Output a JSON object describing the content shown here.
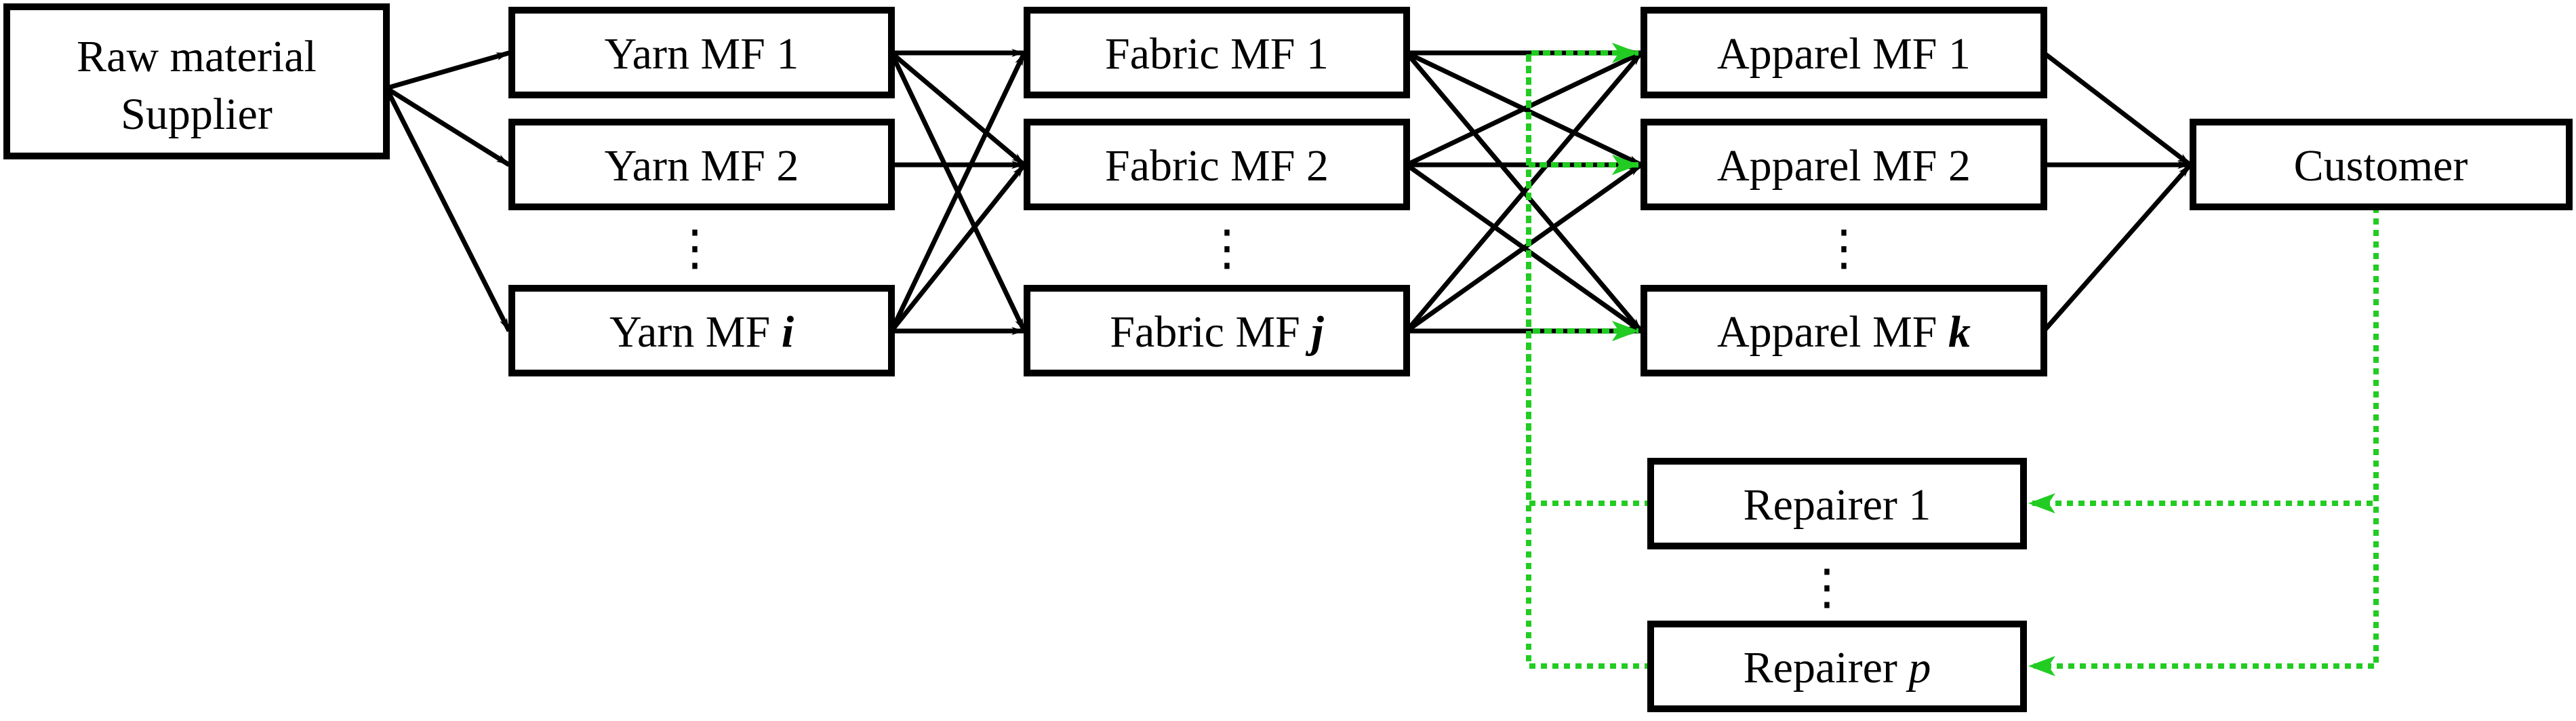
{
  "colors": {
    "forward_flow": "#000000",
    "reverse_flow": "#22cc22",
    "box_border": "#000000",
    "background": "#ffffff"
  },
  "nodes": {
    "supplier": {
      "lines": [
        "Raw material",
        "Supplier"
      ]
    },
    "yarn_1": {
      "prefix": "Yarn MF ",
      "index": "1",
      "index_style": "normal"
    },
    "yarn_2": {
      "prefix": "Yarn MF ",
      "index": "2",
      "index_style": "normal"
    },
    "yarn_i": {
      "prefix": "Yarn MF ",
      "index": "i",
      "index_style": "bold-italic"
    },
    "fabric_1": {
      "prefix": "Fabric MF ",
      "index": "1",
      "index_style": "normal"
    },
    "fabric_2": {
      "prefix": "Fabric MF ",
      "index": "2",
      "index_style": "normal"
    },
    "fabric_j": {
      "prefix": "Fabric MF ",
      "index": "j",
      "index_style": "bold-italic"
    },
    "apparel_1": {
      "prefix": "Apparel MF ",
      "index": "1",
      "index_style": "normal"
    },
    "apparel_2": {
      "prefix": "Apparel MF ",
      "index": "2",
      "index_style": "normal"
    },
    "apparel_k": {
      "prefix": "Apparel MF ",
      "index": "k",
      "index_style": "bold-italic"
    },
    "customer": {
      "lines": [
        "Customer"
      ]
    },
    "repairer_1": {
      "prefix": "Repairer ",
      "index": "1",
      "index_style": "normal"
    },
    "repairer_p": {
      "prefix": "Repairer ",
      "index": "p",
      "index_style": "italic"
    }
  },
  "ellipsis": "⋮",
  "edges": {
    "solid": [
      [
        "supplier",
        "yarn_1"
      ],
      [
        "supplier",
        "yarn_2"
      ],
      [
        "supplier",
        "yarn_i"
      ],
      [
        "yarn_1",
        "fabric_1"
      ],
      [
        "yarn_1",
        "fabric_2"
      ],
      [
        "yarn_1",
        "fabric_j"
      ],
      [
        "yarn_2",
        "fabric_2"
      ],
      [
        "yarn_i",
        "fabric_1"
      ],
      [
        "yarn_i",
        "fabric_2"
      ],
      [
        "yarn_i",
        "fabric_j"
      ],
      [
        "fabric_1",
        "apparel_1"
      ],
      [
        "fabric_1",
        "apparel_2"
      ],
      [
        "fabric_1",
        "apparel_k"
      ],
      [
        "fabric_2",
        "apparel_1"
      ],
      [
        "fabric_2",
        "apparel_2"
      ],
      [
        "fabric_2",
        "apparel_k"
      ],
      [
        "fabric_j",
        "apparel_1"
      ],
      [
        "fabric_j",
        "apparel_2"
      ],
      [
        "fabric_j",
        "apparel_k"
      ],
      [
        "apparel_1",
        "customer"
      ],
      [
        "apparel_2",
        "customer"
      ],
      [
        "apparel_k",
        "customer"
      ]
    ],
    "dotted": [
      [
        "customer",
        "repairer_1"
      ],
      [
        "customer",
        "repairer_p"
      ],
      [
        "repairer_1",
        "apparel_1"
      ],
      [
        "repairer_1",
        "apparel_2"
      ],
      [
        "repairer_1",
        "apparel_k"
      ],
      [
        "repairer_p",
        "apparel_1"
      ],
      [
        "repairer_p",
        "apparel_2"
      ],
      [
        "repairer_p",
        "apparel_k"
      ]
    ]
  }
}
